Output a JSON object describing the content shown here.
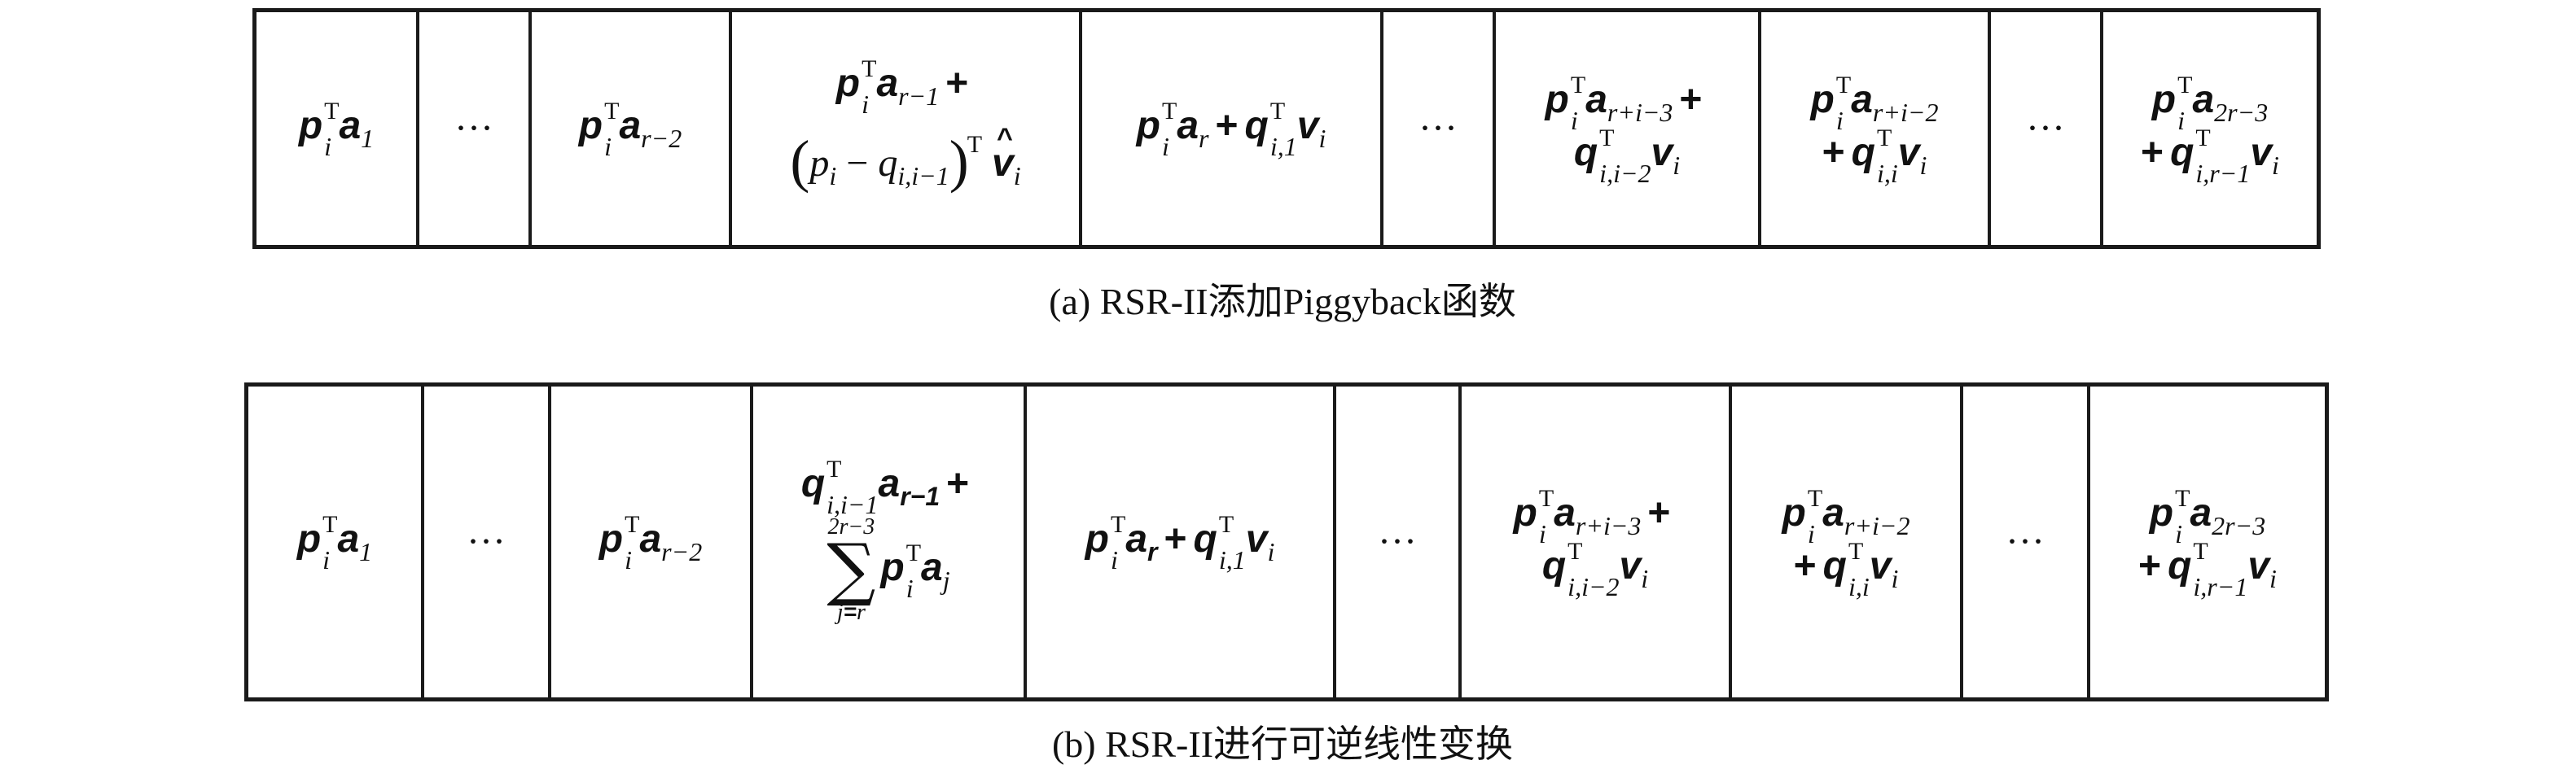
{
  "caption_a": "(a) RSR-II添加Piggyback函数",
  "caption_b": "(b) RSR-II进行可逆线性变换",
  "dots": "···",
  "tableA": {
    "sub_r2": "r−2",
    "sub_r1": "r−1",
    "sub_r": "r",
    "sub_i1": "i,1",
    "sub_ri3": "r+i−3",
    "sub_ii2": "i,i−2",
    "sub_ri2": "r+i−2",
    "sub_ii": "i,i",
    "sub_2r3": "2r−3",
    "sub_ir1": "i,r−1",
    "sub_qii1": "i,i−1"
  },
  "tableB": {
    "sum_upper": "2r−3",
    "sum_lower_j": "j",
    "sum_lower_eq": "=",
    "sum_lower_r": "r"
  }
}
